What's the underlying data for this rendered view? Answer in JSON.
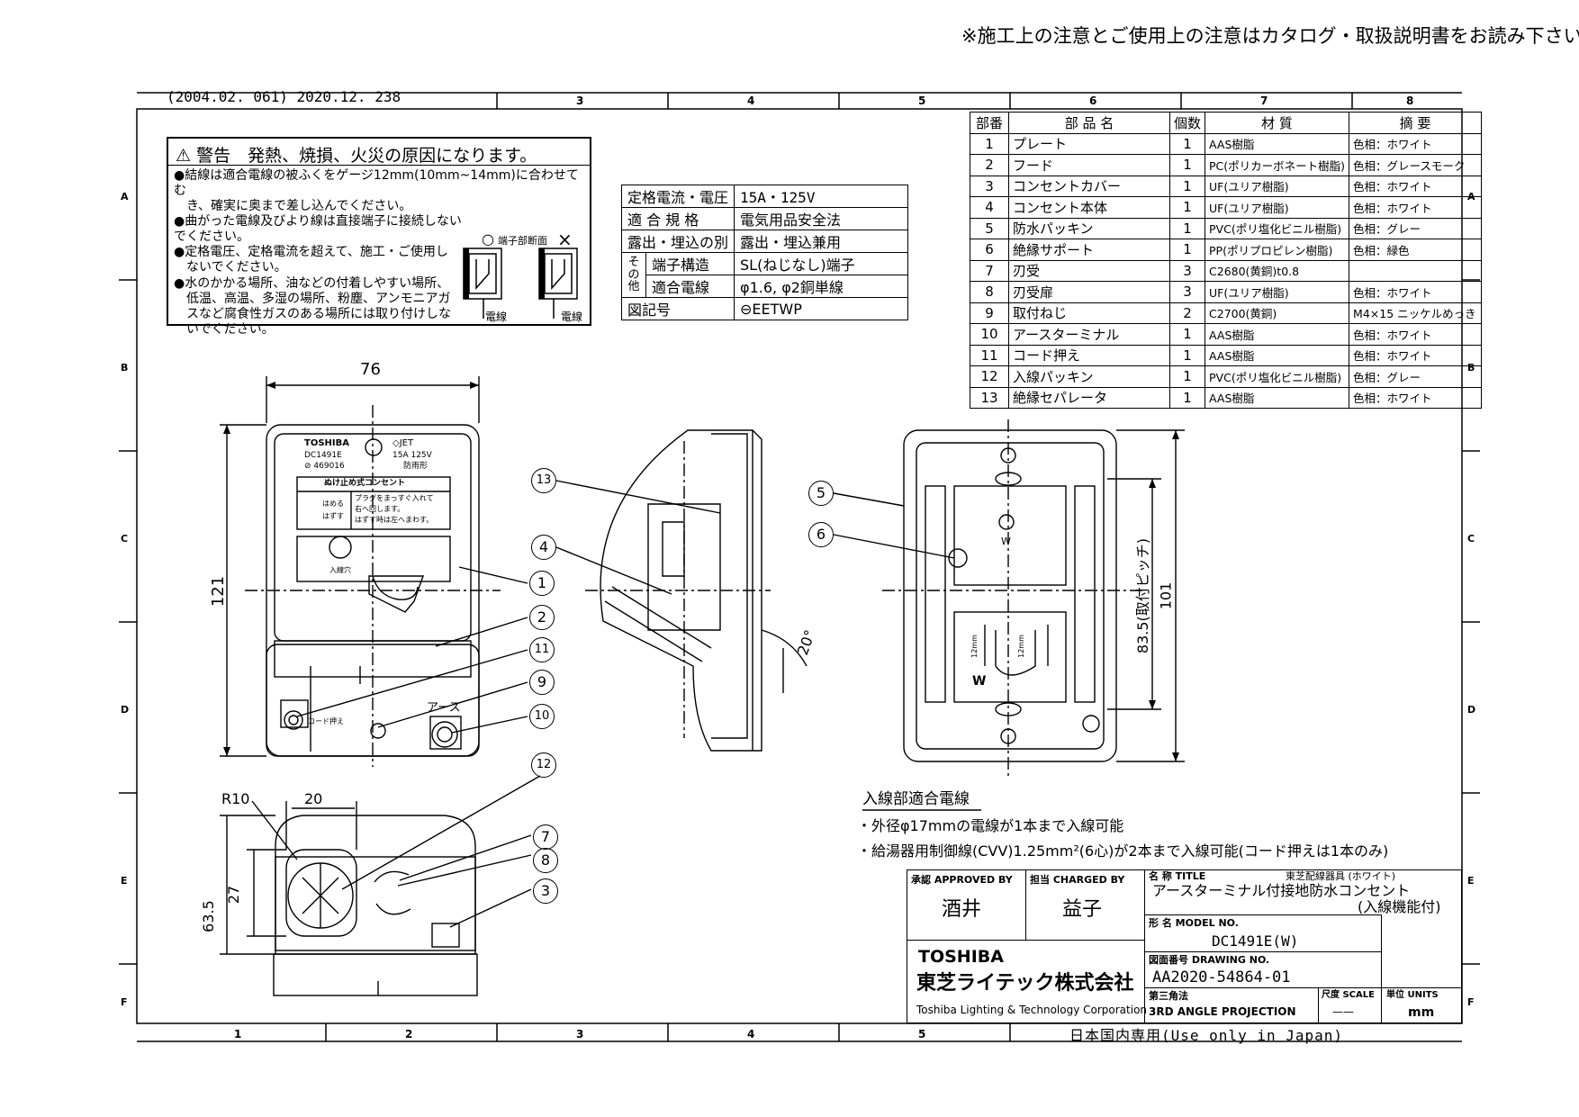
{
  "header": {
    "notice": "※施工上の注意とご使用上の注意はカタログ・取扱説明書をお読み下さい。",
    "revision": "(2004.02. 061) 2020.12. 238"
  },
  "grid": {
    "top_numbers": [
      "3",
      "4",
      "5",
      "6",
      "7",
      "8"
    ],
    "bottom_numbers": [
      "1",
      "2",
      "3",
      "4",
      "5"
    ],
    "rows": [
      "A",
      "B",
      "C",
      "D",
      "E",
      "F"
    ]
  },
  "warning": {
    "title": "警告　発熱、焼損、火災の原因になります。",
    "lines": [
      "●結線は適合電線の被ふくをゲージ12mm(10mm~14mm)に合わせてむ",
      "　き、確実に奥まで差し込んでください。",
      "●曲がった電線及びより線は直接端子に接続しないでください。",
      "●定格電圧、定格電流を超えて、施工・ご使用し",
      "　ないでください。",
      "●水のかかる場所、油などの付着しやすい場所、",
      "　低温、高温、多湿の場所、粉塵、アンモニアガ",
      "　スなど腐食性ガスのある場所には取り付けしな",
      "　いでください。"
    ],
    "section_label": "端子部断面",
    "wire_label": "電線",
    "ok_mark": "○",
    "ng_mark": "×"
  },
  "spec": {
    "rows": [
      {
        "k": "定格電流・電圧",
        "v": "15A・125V"
      },
      {
        "k": "適 合 規 格",
        "v": "電気用品安全法"
      },
      {
        "k": "露出・埋込の別",
        "v": "露出・埋込兼用"
      },
      {
        "k": "端子構造",
        "v": "SL(ねじなし)端子"
      },
      {
        "k": "適合電線",
        "v": "φ1.6, φ2銅単線"
      },
      {
        "k": "図記号",
        "v": "EETWP"
      }
    ],
    "group_label": "その他"
  },
  "parts": {
    "headers": [
      "部番",
      "部 品 名",
      "個数",
      "材 質",
      "摘 要"
    ],
    "rows": [
      [
        "1",
        "プレート",
        "1",
        "AAS樹脂",
        "色相：ホワイト"
      ],
      [
        "2",
        "フード",
        "1",
        "PC(ポリカーボネート樹脂)",
        "色相：グレースモーク"
      ],
      [
        "3",
        "コンセントカバー",
        "1",
        "UF(ユリア樹脂)",
        "色相：ホワイト"
      ],
      [
        "4",
        "コンセント本体",
        "1",
        "UF(ユリア樹脂)",
        "色相：ホワイト"
      ],
      [
        "5",
        "防水パッキン",
        "1",
        "PVC(ポリ塩化ビニル樹脂)",
        "色相：グレー"
      ],
      [
        "6",
        "絶縁サポート",
        "1",
        "PP(ポリプロピレン樹脂)",
        "色相：緑色"
      ],
      [
        "7",
        "刃受",
        "3",
        "C2680(黄銅)t0.8",
        ""
      ],
      [
        "8",
        "刃受扉",
        "3",
        "UF(ユリア樹脂)",
        "色相：ホワイト"
      ],
      [
        "9",
        "取付ねじ",
        "2",
        "C2700(黄銅)",
        "M4×15 ニッケルめっき"
      ],
      [
        "10",
        "アースターミナル",
        "1",
        "AAS樹脂",
        "色相：ホワイト"
      ],
      [
        "11",
        "コード押え",
        "1",
        "AAS樹脂",
        "色相：ホワイト"
      ],
      [
        "12",
        "入線パッキン",
        "1",
        "PVC(ポリ塩化ビニル樹脂)",
        "色相：グレー"
      ],
      [
        "13",
        "絶縁セパレータ",
        "1",
        "AAS樹脂",
        "色相：ホワイト"
      ]
    ]
  },
  "front_view": {
    "brand": "TOSHIBA",
    "model": "DC1491E",
    "serial": "⊘ 469016",
    "jet": "◇JET",
    "rating": "15A 125V",
    "waterproof": "防雨形",
    "outlet_name": "ぬけ止め式コンセント",
    "insert": "はめる",
    "remove": "はずす",
    "instr1": "プラグをまっすぐ入れて",
    "instr2": "右へ回します。",
    "instr3": "はずす時は左へまわす。",
    "inlet": "入線穴",
    "cord_clamp": "コード押え",
    "earth": "アース"
  },
  "dimensions": {
    "width": "76",
    "height": "121",
    "r": "R10",
    "w20": "20",
    "h27": "27",
    "h63": "63.5",
    "angle": "20°",
    "pitch": "83.5(取付ピッチ)",
    "h101": "101",
    "strip1": "12mm",
    "strip2": "12mm",
    "w_mark": "W"
  },
  "callouts": [
    "1",
    "2",
    "11",
    "9",
    "10",
    "12",
    "13",
    "4",
    "5",
    "6",
    "7",
    "8",
    "3"
  ],
  "wire_notes": {
    "title": "入線部適合電線",
    "line1": "・外径φ17mmの電線が1本まで入線可能",
    "line2": "・給湯器用制御線(CVV)1.25mm²(6心)が2本まで入線可能(コード押えは1本のみ)"
  },
  "title_block": {
    "approved_label": "承認 APPROVED BY",
    "approved_name": "酒井",
    "charged_label": "担当 CHARGED BY",
    "charged_name": "益子",
    "title_label": "名 称 TITLE",
    "title_cat": "東芝配線器具 (ホワイト)",
    "title_main": "アースターミナル付接地防水コンセント",
    "title_sub": "(入線機能付)",
    "model_label": "形 名 MODEL NO.",
    "model_value": "DC1491E(W)",
    "drawing_label": "図面番号 DRAWING NO.",
    "drawing_value": "AA2020-54864-01",
    "projection_label": "第三角法",
    "projection_value": "3RD ANGLE PROJECTION",
    "scale_label": "尺度 SCALE",
    "scale_value": "——",
    "units_label": "単位 UNITS",
    "units_value": "mm",
    "company_brand": "TOSHIBA",
    "company_jp": "東芝ライテック株式会社",
    "company_en": "Toshiba Lighting & Technology Corporation"
  },
  "footer": "日本国内専用(Use only in Japan)"
}
